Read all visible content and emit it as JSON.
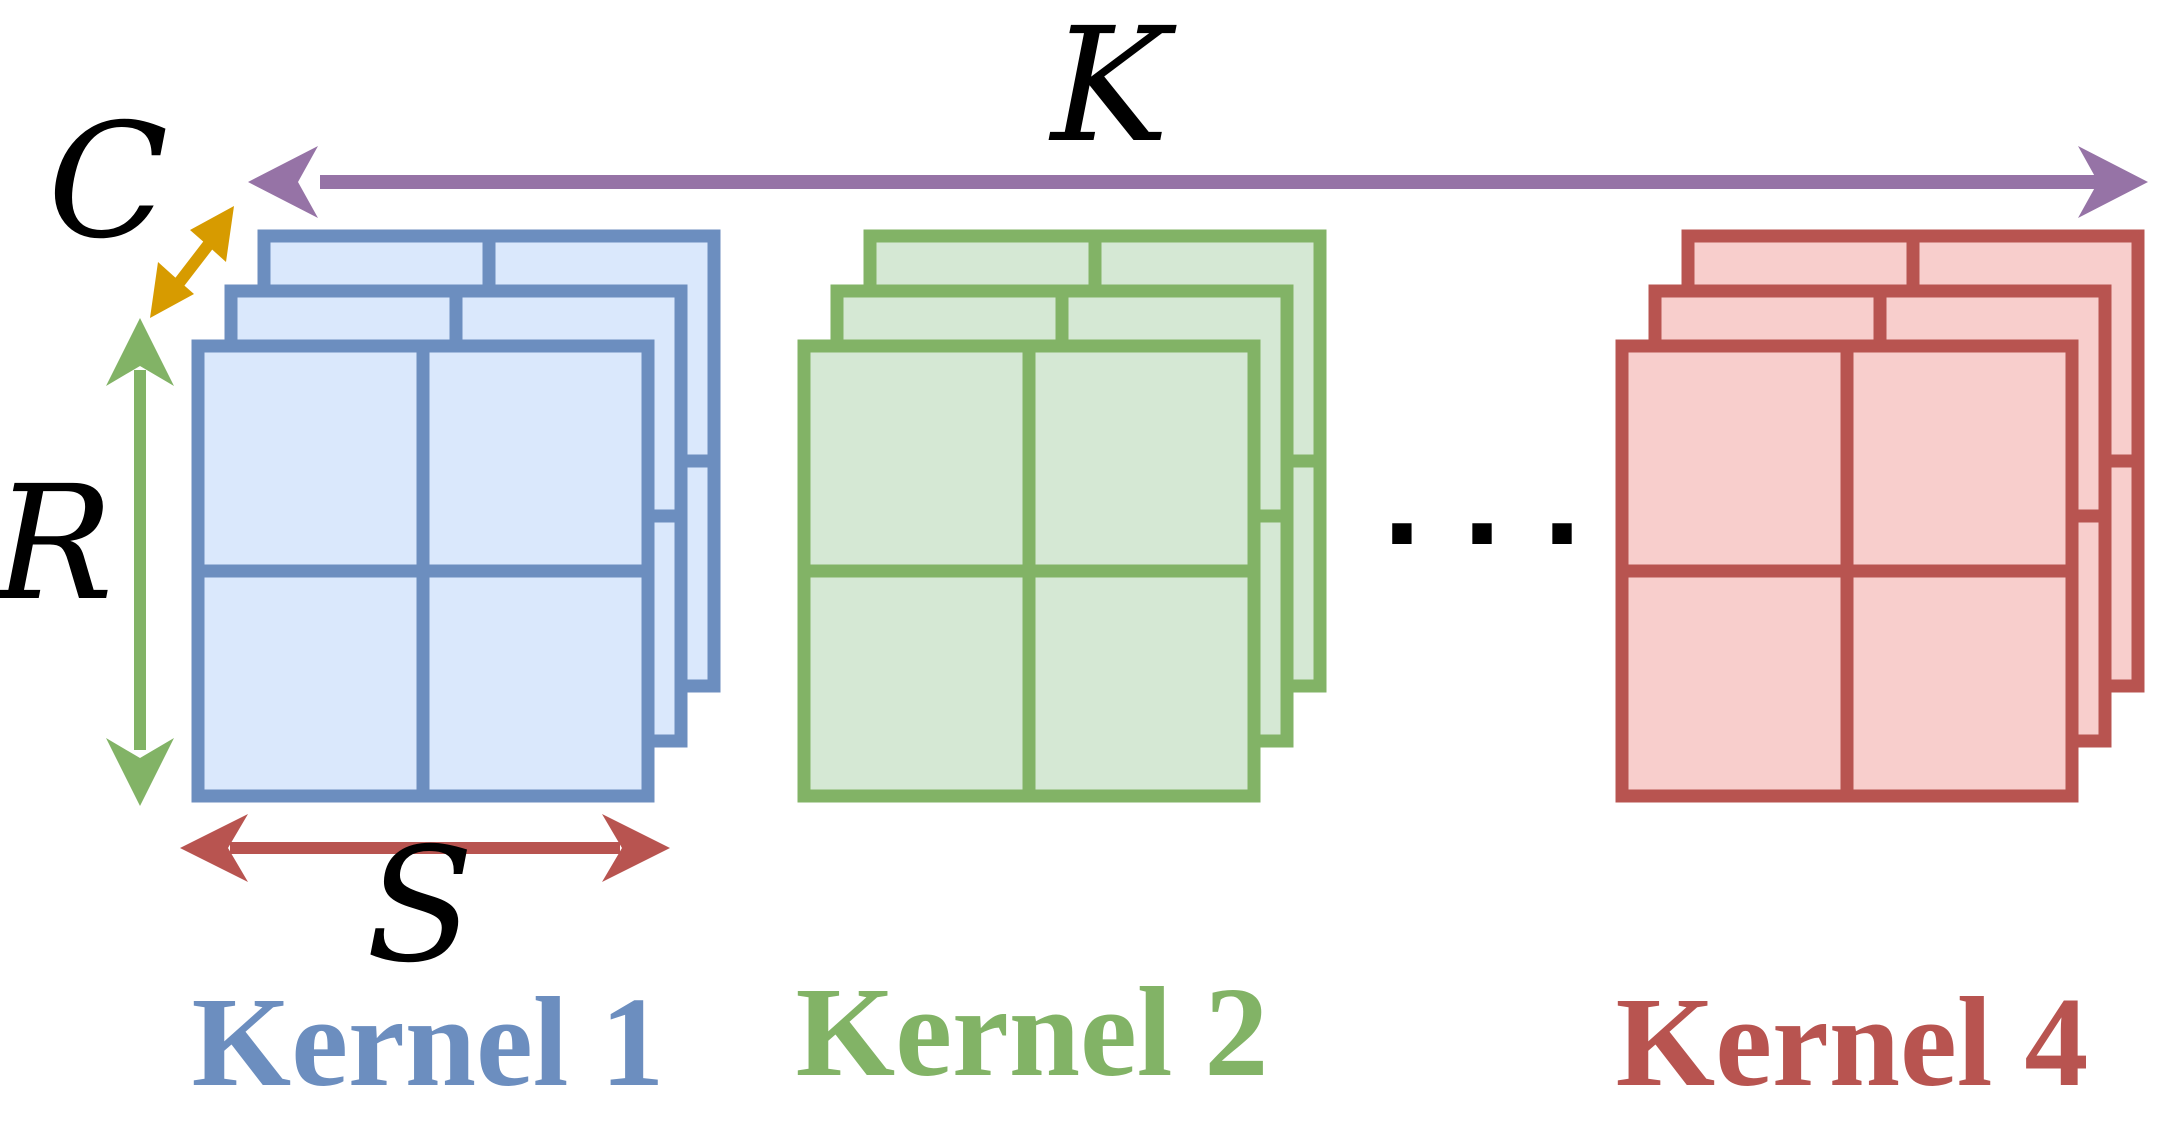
{
  "labels": {
    "K": "K",
    "C": "C",
    "R": "R",
    "S": "S",
    "ellipsis": "· · ·"
  },
  "kernels": [
    {
      "name": "Kernel 1",
      "stroke": "#6c8ebf",
      "fill": "#dae8fc"
    },
    {
      "name": "Kernel 2",
      "stroke": "#82b366",
      "fill": "#d5e8d4"
    },
    {
      "name": "Kernel 4",
      "stroke": "#b85450",
      "fill": "#f8cecc"
    }
  ],
  "colors": {
    "K_arrow": "#9673a6",
    "C_arrow": "#d79b00",
    "R_arrow": "#82b366",
    "S_arrow": "#b85450",
    "text": "#000000"
  }
}
